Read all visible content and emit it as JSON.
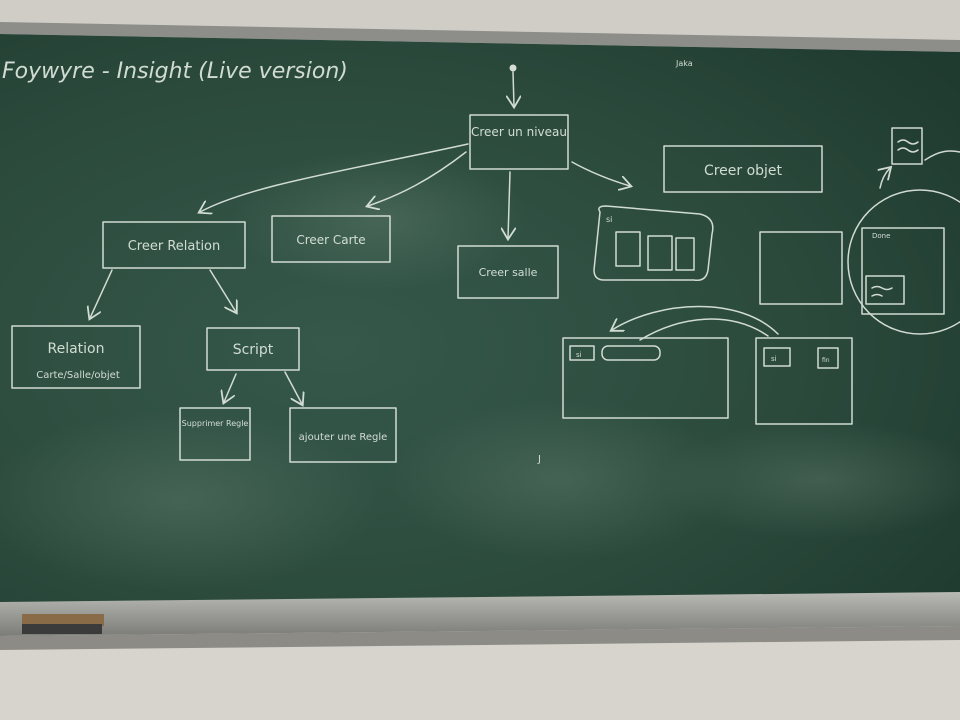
{
  "board": {
    "title": "Foywyre - Insight (Live version)",
    "corner_note": "Jaka"
  },
  "colors": {
    "board": "#2d4a3c",
    "chalk": "#dfe8e0",
    "wall": "#d8d6cf",
    "frame": "#9a9b96"
  },
  "diagram": {
    "nodes": {
      "creer_niveau": "Creer un niveau",
      "creer_relation": "Creer Relation",
      "creer_carte": "Creer Carte",
      "creer_salle": "Creer salle",
      "creer_objet": "Creer objet",
      "relation": "Relation",
      "relation_sub": "Carte/Salle/objet",
      "script": "Script",
      "supprimer_regle": "Supprimer Regle",
      "ajouter_regle": "ajouter une Regle"
    },
    "sketch_labels": {
      "si_1": "si",
      "si_2": "si",
      "si_3": "si",
      "fin": "fin",
      "done": "Done",
      "stray": "J"
    }
  },
  "eraser_icon": "chalkboard-eraser-icon"
}
